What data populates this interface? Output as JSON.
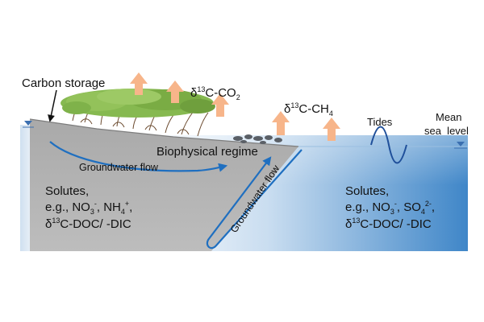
{
  "labels": {
    "carbon_storage": "Carbon storage",
    "biophysical_regime": "Biophysical regime",
    "groundwater_flow_horizontal": "Groundwater flow",
    "groundwater_flow_diagonal": "Groundwater flow",
    "tides": "Tides",
    "mean_sea_level_line1": "Mean",
    "mean_sea_level_line2": "sea  level"
  },
  "isotopes": {
    "co2": {
      "delta": "δ",
      "mass": "13",
      "element": "C-CO",
      "subscript": "2"
    },
    "ch4": {
      "delta": "δ",
      "mass": "13",
      "element": "C-CH",
      "subscript": "4"
    }
  },
  "solutes_left": {
    "title": "Solutes,",
    "line2_prefix": "e.g., NO",
    "line2_sub": "3",
    "line2_sup": "-",
    "line2_mid": ", NH",
    "line2_sub2": "4",
    "line2_sup2": "+",
    "line2_end": ",",
    "line3_delta": "δ",
    "line3_mass": "13",
    "line3_rest": "C-DOC/ -DIC"
  },
  "solutes_right": {
    "title": "Solutes,",
    "line2_prefix": "e.g., NO",
    "line2_sub": "3",
    "line2_sup": "-",
    "line2_mid": ", SO",
    "line2_sub2": "4",
    "line2_sup2": "2-",
    "line2_end": ",",
    "line3_delta": "δ",
    "line3_mass": "13",
    "line3_rest": "C-DOC/ -DIC"
  },
  "colors": {
    "sediment": "#b5b5b5",
    "sediment_dark": "#8f8f8f",
    "sea_light": "#dde9f5",
    "sea_deep": "#3d86c9",
    "arrow_orange": "#f7b58a",
    "flow_blue": "#1f6fc0",
    "mangrove_green": "#7fb24a"
  }
}
